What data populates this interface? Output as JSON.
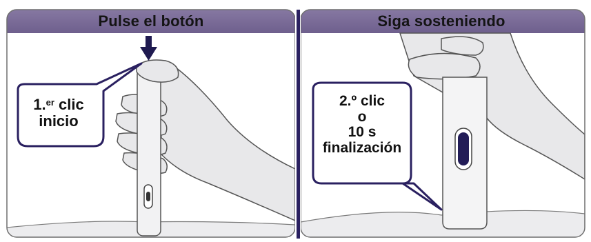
{
  "panels": [
    {
      "title": "Pulse el botón",
      "callout": {
        "line1_main": "1.",
        "line1_sup": "er",
        "line1_tail": " clic",
        "line2": "inicio"
      }
    },
    {
      "title": "Siga sosteniendo",
      "callout": {
        "line1": "2.º clic",
        "line2": "o",
        "line3": "10 s",
        "line4": "finalización"
      }
    }
  ],
  "colors": {
    "header_band": "#7a6b97",
    "border": "#2a2060",
    "skin_fill": "#e8e8ea",
    "outline": "#5a5a5a",
    "pen_window": "#221c57",
    "arrow": "#1f1a50"
  },
  "icons": [
    "down-arrow-icon",
    "hand-icon",
    "injector-pen-icon"
  ]
}
